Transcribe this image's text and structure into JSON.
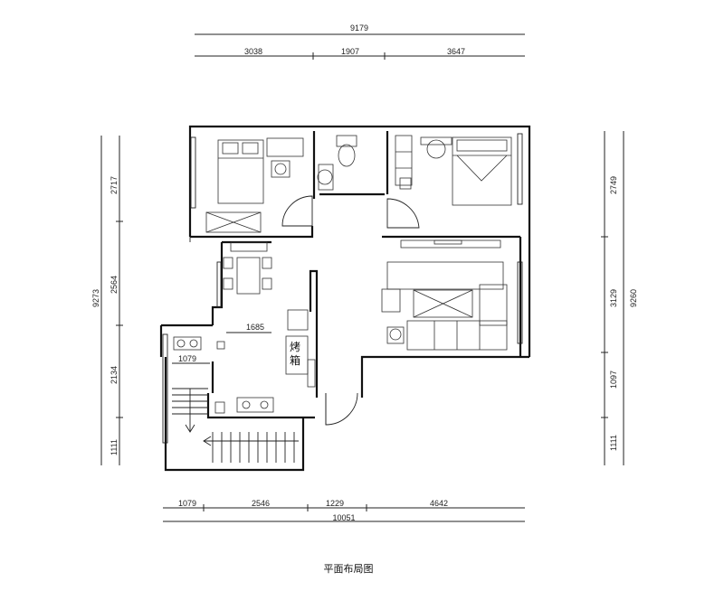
{
  "dimensions": {
    "top_total": "9179",
    "top_segments": [
      "3038",
      "1907",
      "3647"
    ],
    "bottom_segments": [
      "1079",
      "2546",
      "1229",
      "4642"
    ],
    "bottom_total": "10051",
    "left_total": "9273",
    "left_segments": [
      "2717",
      "2564",
      "2134",
      "1111"
    ],
    "right_total": "9260",
    "right_segments": [
      "2749",
      "3129",
      "1097",
      "1111"
    ],
    "interior_kitchen": "1685",
    "interior_balcony": "1079"
  },
  "labels": {
    "oven_line1": "烤",
    "oven_line2": "箱"
  },
  "caption": "平面布局图"
}
